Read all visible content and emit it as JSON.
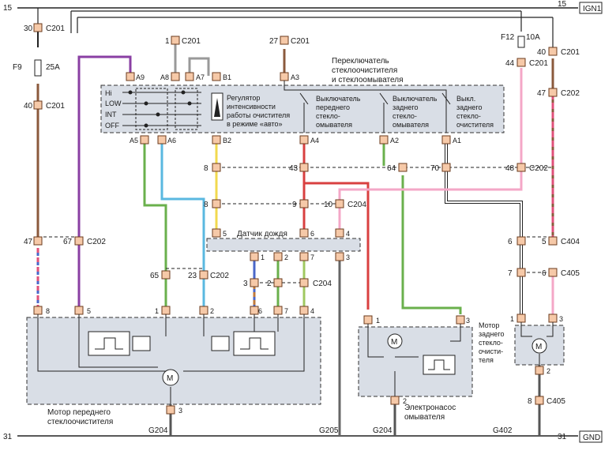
{
  "rails": {
    "top_left": "15",
    "top_right": "15",
    "top_tag": "IGN1",
    "bottom_left": "31",
    "bottom_right": "31",
    "bottom_tag": "GND"
  },
  "fuses": [
    {
      "id": "F9",
      "rating": "25A"
    },
    {
      "id": "F12",
      "rating": "10A"
    }
  ],
  "switch_box": {
    "title_line1": "Переключатель",
    "title_line2": "стеклоочистителя",
    "title_line3": "и стеклоомывателя",
    "positions": [
      "Hi",
      "LOW",
      "INT",
      "OFF"
    ],
    "regulator": [
      "Регулятор",
      "интенсивности",
      "работы очистителя",
      "в режиме «авто»"
    ],
    "front_washer_switch": [
      "Выключатель",
      "переднего",
      "стекло-",
      "омывателя"
    ],
    "rear_washer_switch": [
      "Выключатель",
      "заднего",
      "стекло-",
      "омывателя"
    ],
    "rear_wiper_switch": [
      "Выкл.",
      "заднего",
      "стекло-",
      "очистителя"
    ],
    "pins_top": [
      "A9",
      "A8",
      "A7",
      "B1",
      "A3"
    ],
    "pins_bottom": [
      "A5",
      "A6",
      "B2",
      "A4",
      "A2",
      "A1"
    ]
  },
  "rain_sensor": {
    "label": "Датчик дождя",
    "pins_top": [
      "5",
      "6",
      "4"
    ],
    "pins_bottom": [
      "1",
      "2",
      "7",
      "3"
    ]
  },
  "front_motor": {
    "label_line1": "Мотор переднего",
    "label_line2": "стеклоочистителя",
    "pins": [
      "8",
      "5",
      "1",
      "2",
      "6",
      "7",
      "4"
    ],
    "ground_pin": "3",
    "motor_symbol": "M"
  },
  "washer_pump": {
    "label_line1": "Электронасос",
    "label_line2": "омывателя",
    "pins": [
      "1",
      "3"
    ],
    "ground_pin": "2",
    "motor_symbol": "M"
  },
  "rear_motor": {
    "label": [
      "Мотор",
      "заднего",
      "стекло-",
      "очисти-",
      "теля"
    ],
    "pins": [
      "1",
      "3"
    ],
    "ground_pin": "2",
    "motor_symbol": "M"
  },
  "connector_labels": {
    "c30": "30",
    "c201": "C201",
    "c40": "40",
    "c1": "1",
    "c27": "27",
    "c44": "44",
    "c47": "47",
    "c67": "67",
    "c202": "C202",
    "c8": "8",
    "c43": "43",
    "c64": "64",
    "c70": "70",
    "c48": "48",
    "c9": "9",
    "c10": "10",
    "c204": "C204",
    "c65": "65",
    "c23": "23",
    "c3": "3",
    "c2": "2",
    "c6": "6",
    "c5": "5",
    "c404": "C404",
    "c7": "7",
    "c405": "C405"
  },
  "grounds": [
    "G204",
    "G205",
    "G204",
    "G402"
  ]
}
